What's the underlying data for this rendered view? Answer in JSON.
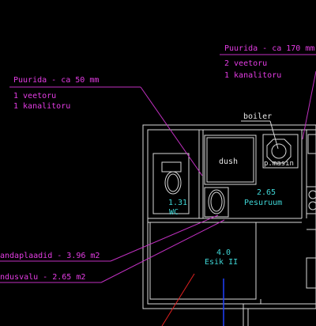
{
  "callouts": {
    "pipe_left": {
      "title": "Puurida - ca 50 mm",
      "line1": "1 veetoru",
      "line2": "1 kanalitoru"
    },
    "pipe_right": {
      "title": "Puurida - ca 170 mm",
      "line1": "2 veetoru",
      "line2": "1 kanalitoru"
    },
    "floor_area": "andaplaadid - 3.96 m2",
    "wall_area": "ndusvalu - 2.65 m2"
  },
  "fixtures": {
    "boiler": "boiler",
    "shower": "dush",
    "washing_machine": "p.masin"
  },
  "rooms": [
    {
      "area": "1.31",
      "name": "WC"
    },
    {
      "area": "2.65",
      "name": "Pesuruum"
    },
    {
      "area": "4.0",
      "name": "Esik II"
    }
  ],
  "colors": {
    "background": "#000000",
    "walls": "#d9d9d9",
    "annotation": "#e33ce3",
    "room_label": "#3fd6d6",
    "red_line": "#e02020",
    "blue_line": "#2040ff"
  }
}
